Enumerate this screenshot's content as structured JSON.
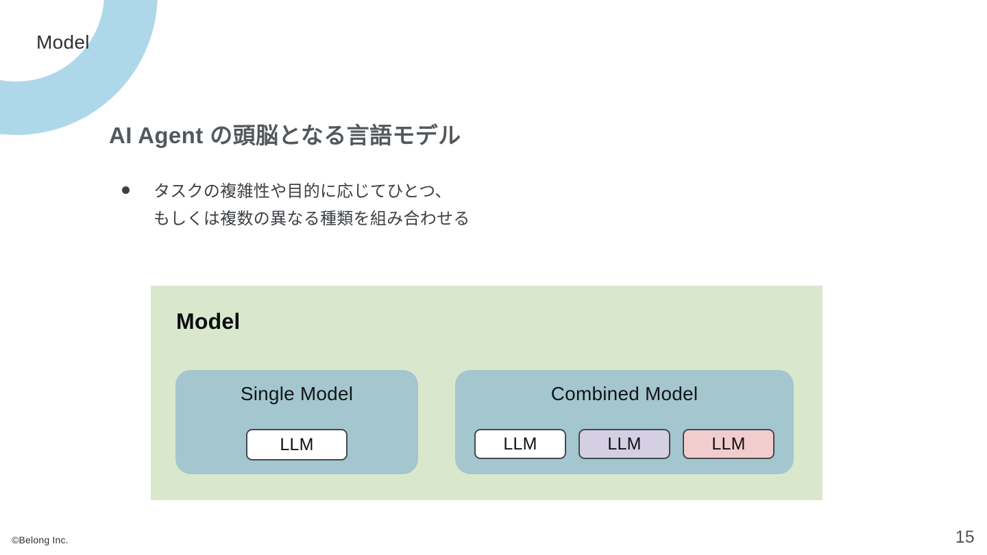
{
  "slide": {
    "section_label": "Model",
    "title": "AI Agent の頭脳となる言語モデル",
    "bullets": [
      "タスクの複雑性や目的に応じてひとつ、\nもしくは複数の異なる種類を組み合わせる"
    ]
  },
  "diagram": {
    "heading": "Model",
    "cards": [
      {
        "title": "Single Model",
        "items": [
          {
            "label": "LLM",
            "fill": "#ffffff"
          }
        ]
      },
      {
        "title": "Combined Model",
        "items": [
          {
            "label": "LLM",
            "fill": "#ffffff"
          },
          {
            "label": "LLM",
            "fill": "#d5cfe3"
          },
          {
            "label": "LLM",
            "fill": "#f2cdcd"
          }
        ]
      }
    ]
  },
  "footer": {
    "copyright": "©Belong Inc.",
    "page_number": "15"
  },
  "colors": {
    "arc": "#aed8ea",
    "panel_background": "#d9e8cd",
    "card_background": "#a4c6ce",
    "box_border": "#44484c",
    "title_text": "#53585c",
    "body_text": "#3c4044",
    "box_white": "#ffffff",
    "box_lavender": "#d5cfe3",
    "box_pink": "#f2cdcd"
  }
}
